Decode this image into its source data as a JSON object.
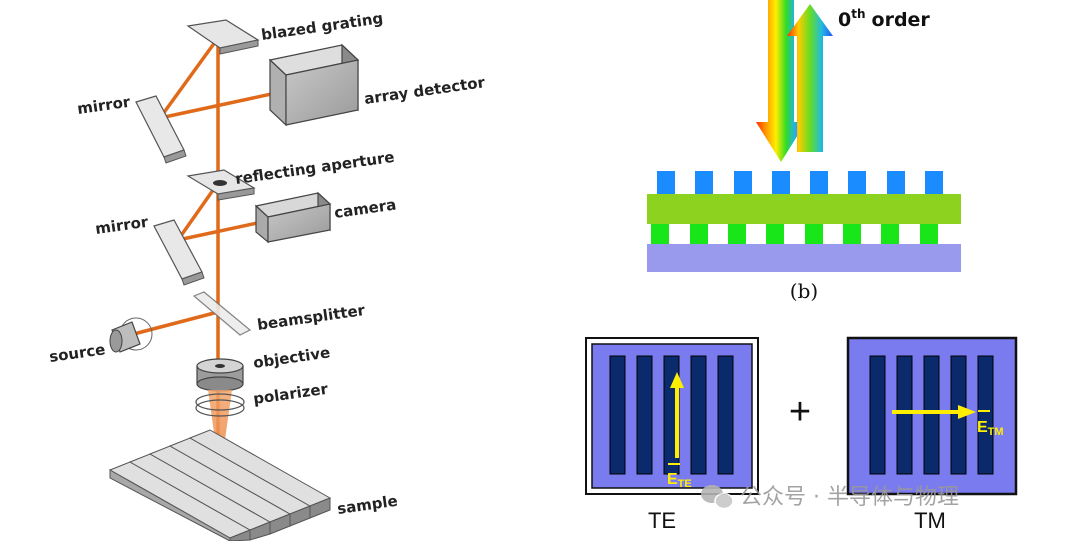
{
  "left": {
    "labels": {
      "blazed_grating": "blazed grating",
      "array_detector": "array detector",
      "mirror_top": "mirror",
      "reflecting_aperture": "reflecting aperture",
      "camera": "camera",
      "mirror_mid": "mirror",
      "beamsplitter": "beamsplitter",
      "source": "source",
      "objective": "objective",
      "polarizer": "polarizer",
      "sample": "sample"
    },
    "beam_color": "#e06a1a"
  },
  "right": {
    "order_label": "0",
    "order_sup": "th",
    "order_word": "order",
    "caption_b": "(b)",
    "plus": "+",
    "te_caption": "TE",
    "tm_caption": "TM",
    "te_field": "E",
    "te_field_sub": "TE",
    "tm_field": "E",
    "tm_field_sub": "TM",
    "colors": {
      "blue_grating": "#1a8cff",
      "green_layer": "#8cd21e",
      "green_pillars": "#19e619",
      "substrate": "#9999ee",
      "panel_bg": "#7b7bf0",
      "bar_dark": "#0a2a6b",
      "field_arrow": "#ffee00"
    }
  },
  "watermark": {
    "text": "公众号 · 半导体与物理"
  }
}
